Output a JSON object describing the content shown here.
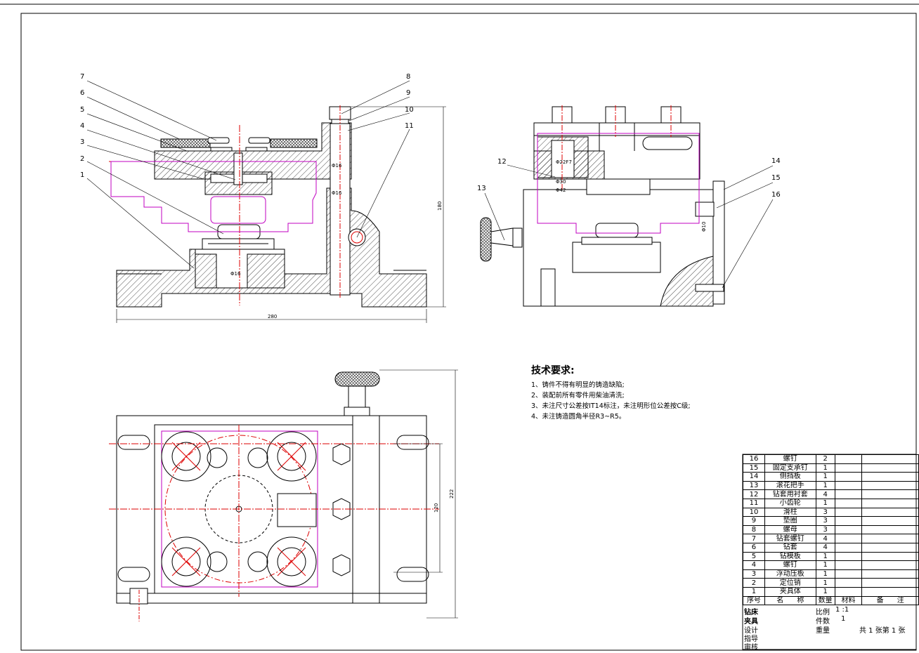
{
  "callouts": [
    "1",
    "2",
    "3",
    "4",
    "5",
    "6",
    "7",
    "8",
    "9",
    "10",
    "11",
    "12",
    "13",
    "14",
    "15",
    "16"
  ],
  "dims": {
    "width_280": "280",
    "height_180": "180",
    "height_222": "222",
    "span_120": "120",
    "phi16_a": "Φ16",
    "phi16_b": "Φ16",
    "phi16_c": "Φ16",
    "phi22": "Φ22F7",
    "phi30": "Φ30",
    "phi42": "Φ42",
    "phi10": "Φ10"
  },
  "tech": {
    "title": "技术要求:",
    "lines": [
      "1、铸件不得有明显的铸造缺陷;",
      "2、装配前所有零件用柴油清洗;",
      "3、未注尺寸公差按IT14标注，未注明形位公差按C级;",
      "4、未注铸造圆角半径R3~R5。"
    ]
  },
  "bom": [
    {
      "no": "16",
      "name": "螺钉",
      "qty": "2"
    },
    {
      "no": "15",
      "name": "固定支承钉",
      "qty": "1"
    },
    {
      "no": "14",
      "name": "侧挡板",
      "qty": "1"
    },
    {
      "no": "13",
      "name": "滚花把手",
      "qty": "1"
    },
    {
      "no": "12",
      "name": "钻套用衬套",
      "qty": "4"
    },
    {
      "no": "11",
      "name": "小齿轮",
      "qty": "1"
    },
    {
      "no": "10",
      "name": "滑柱",
      "qty": "3"
    },
    {
      "no": "9",
      "name": "垫圈",
      "qty": "3"
    },
    {
      "no": "8",
      "name": "螺母",
      "qty": "3"
    },
    {
      "no": "7",
      "name": "钻套螺钉",
      "qty": "4"
    },
    {
      "no": "6",
      "name": "钻套",
      "qty": "4"
    },
    {
      "no": "5",
      "name": "钻模板",
      "qty": "1"
    },
    {
      "no": "4",
      "name": "螺钉",
      "qty": "1"
    },
    {
      "no": "3",
      "name": "浮动压板",
      "qty": "1"
    },
    {
      "no": "2",
      "name": "定位销",
      "qty": "1"
    },
    {
      "no": "1",
      "name": "夹具体",
      "qty": "1"
    }
  ],
  "bom_header": {
    "no": "序号",
    "name_a": "名",
    "name_b": "称",
    "qty": "数量",
    "mat": "材料",
    "rem_a": "备",
    "rem_b": "注"
  },
  "title_block": {
    "t1": "钻床",
    "t2": "夹具",
    "scale_lbl": "比例",
    "scale_val": "1 :1",
    "count_lbl": "件数",
    "count_val": "1",
    "weight_lbl": "重量",
    "sheets": "共 1 张第 1 张",
    "design": "设计",
    "guide": "指导",
    "review": "审核"
  }
}
